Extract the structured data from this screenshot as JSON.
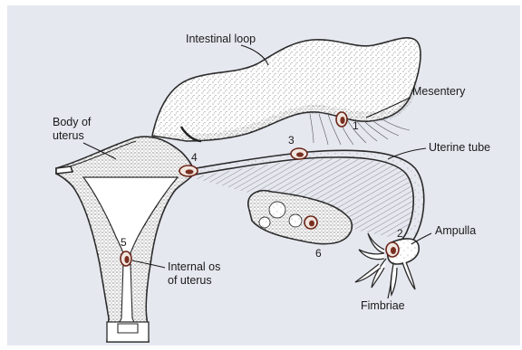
{
  "labels": {
    "intestinal_loop": "Intestinal loop",
    "mesentery": "Mesentery",
    "body_of_uterus_line1": "Body of",
    "body_of_uterus_line2": "uterus",
    "uterine_tube": "Uterine tube",
    "ampulla": "Ampulla",
    "internal_os_line1": "Internal os",
    "internal_os_line2": "of uterus",
    "fimbriae": "Fimbriae"
  },
  "site_numbers": {
    "site1": "1",
    "site2": "2",
    "site3": "3",
    "site4": "4",
    "site5": "5",
    "site6": "6"
  },
  "colors": {
    "background_panel": "#e6e8f0",
    "tissue_fill": "#ffffff",
    "stipple_dark": "#5a5a5a",
    "embryo_fill": "#f1e6df",
    "embryo_outline": "#6a2418"
  }
}
